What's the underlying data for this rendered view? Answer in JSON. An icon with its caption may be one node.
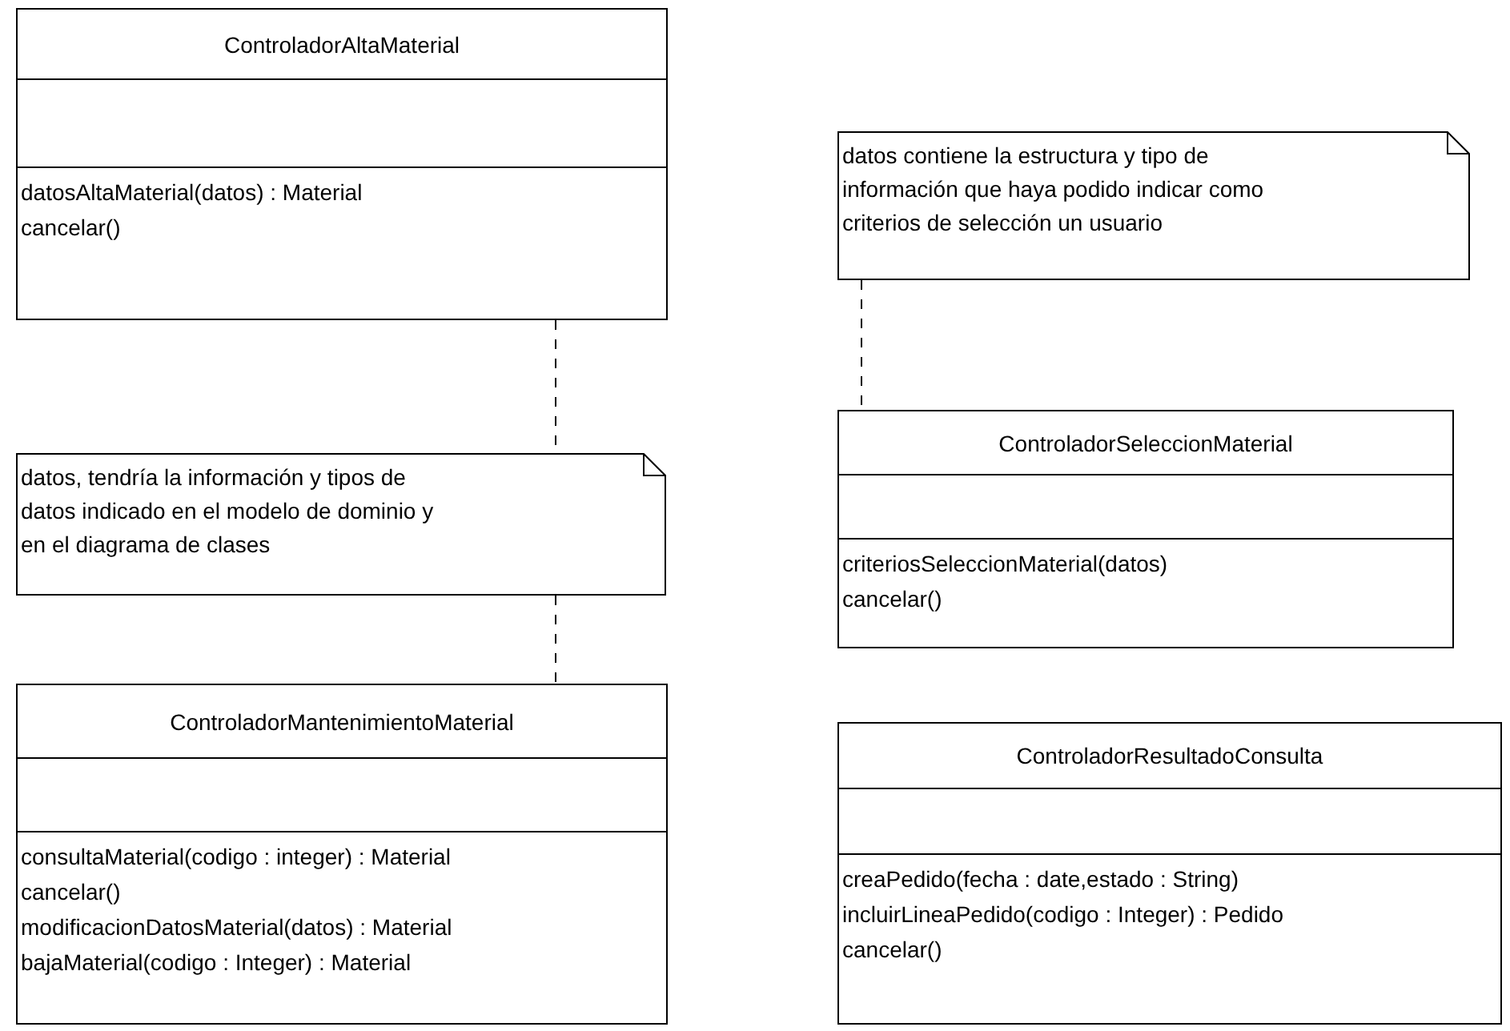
{
  "diagram": {
    "nodes": [
      {
        "text": [
          "ControladorAltaMaterial",
          "datosAltaMaterial(datos) : Material",
          "cancelar()"
        ]
      },
      {
        "text": [
          "datos, tendría la información y tipos de datos indicado en el modelo de dominio y en el diagrama de clases"
        ]
      },
      {
        "text": [
          "ControladorMantenimientoMaterial",
          "consultaMaterial(codigo : integer) : Material",
          "cancelar()",
          "modificacionDatosMaterial(datos) : Material",
          "bajaMaterial(codigo : Integer) : Material"
        ]
      },
      {
        "text": [
          "datos contiene la estructura y tipo de información que haya podido indicar como criterios de selección un usuario"
        ]
      },
      {
        "text": [
          "ControladorSeleccionMaterial",
          "criteriosSeleccionMaterial(datos)",
          "cancelar()"
        ]
      },
      {
        "text": [
          "ControladorResultadoConsulta",
          "creaPedido(fecha : date,estado : String)",
          "incluirLineaPedido(codigo : Integer) : Pedido",
          "cancelar()"
        ]
      }
    ],
    "edges": [
      {
        "from": 0,
        "to": 1,
        "arrow": "none",
        "style": "dashed"
      },
      {
        "from": 1,
        "to": 2,
        "arrow": "none",
        "style": "dashed"
      },
      {
        "from": 3,
        "to": 4,
        "arrow": "none",
        "style": "dashed"
      }
    ]
  }
}
